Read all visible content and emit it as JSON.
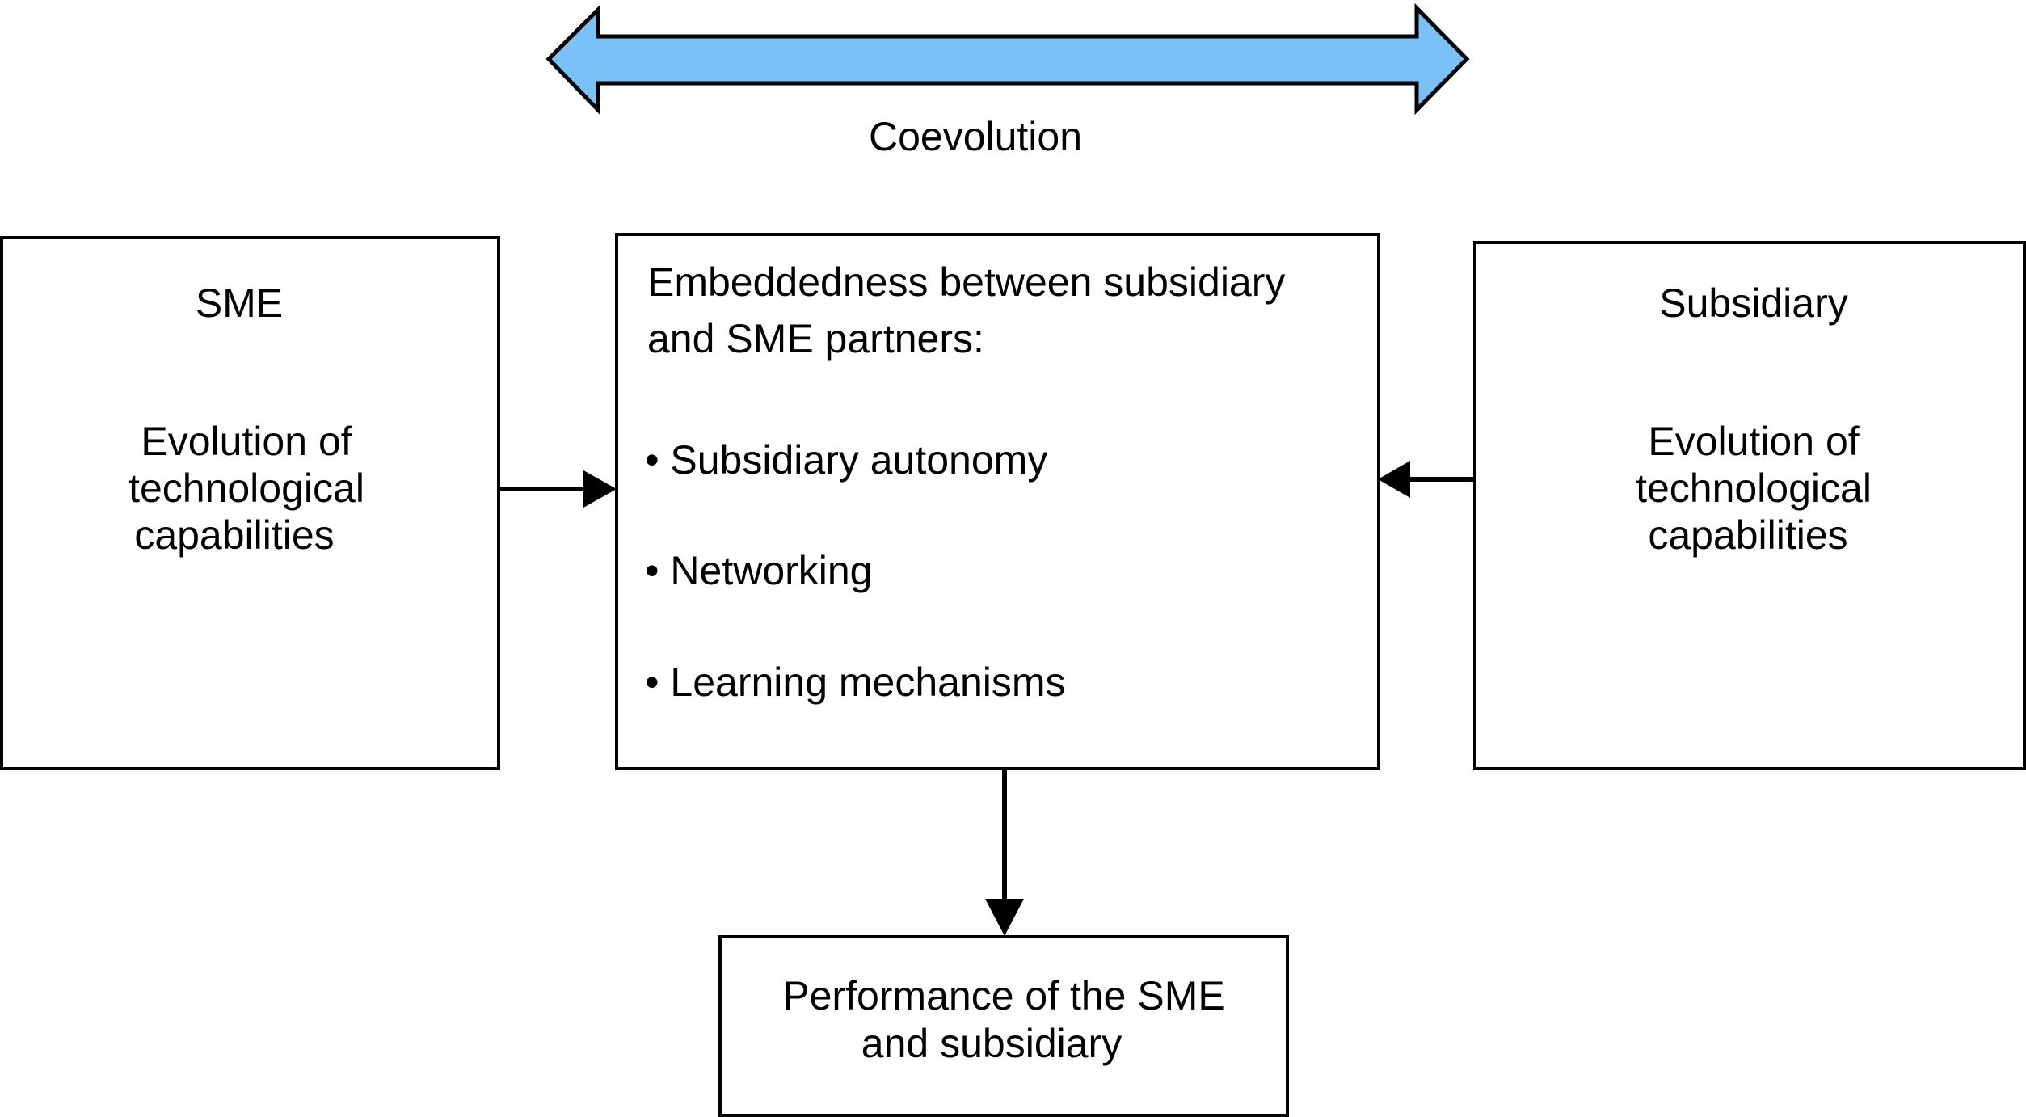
{
  "colors": {
    "arrow_fill": "#79c1f7",
    "stroke": "#000000",
    "background": "#ffffff"
  },
  "coevolution": {
    "label": "Coevolution"
  },
  "sme_box": {
    "title": "SME",
    "body_lines": [
      "Evolution of",
      "technological",
      "capabilities"
    ]
  },
  "center_box": {
    "title_lines": [
      "Embeddedness between subsidiary",
      "and SME partners:"
    ],
    "bullets": [
      "• Subsidiary autonomy",
      "• Networking",
      "• Learning mechanisms"
    ]
  },
  "subsidiary_box": {
    "title": "Subsidiary",
    "body_lines": [
      "Evolution of",
      "technological",
      "capabilities"
    ]
  },
  "performance_box": {
    "lines": [
      "Performance of the SME",
      "and subsidiary"
    ]
  }
}
